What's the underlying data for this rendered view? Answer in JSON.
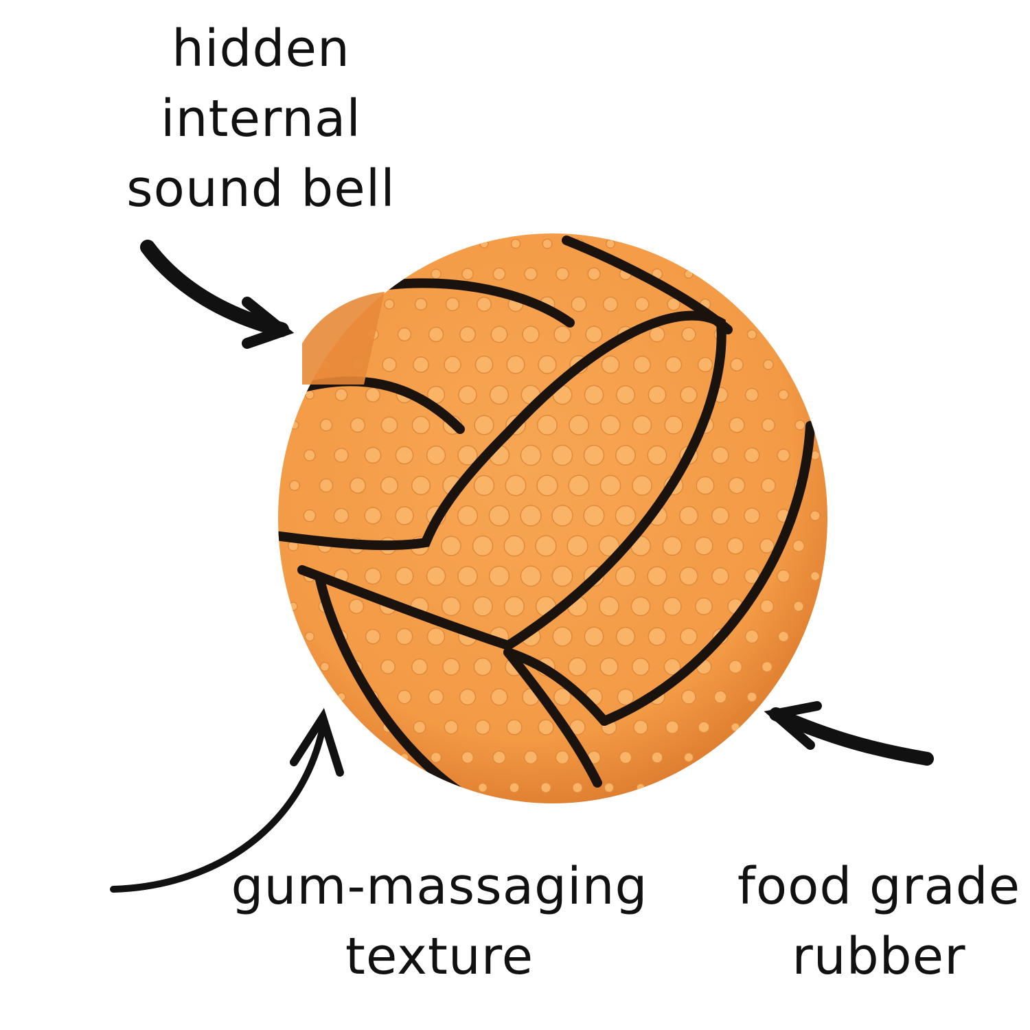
{
  "labels": {
    "sound_bell": [
      "hidden",
      "internal",
      "sound bell"
    ],
    "texture": [
      "gum-massaging",
      "texture"
    ],
    "rubber": [
      "food grade",
      "rubber"
    ]
  },
  "colors": {
    "ball": "#f39a45",
    "ball_shadow": "#d9762a",
    "bump": "#f9b468",
    "seam": "#1a120c",
    "text": "#111111"
  }
}
